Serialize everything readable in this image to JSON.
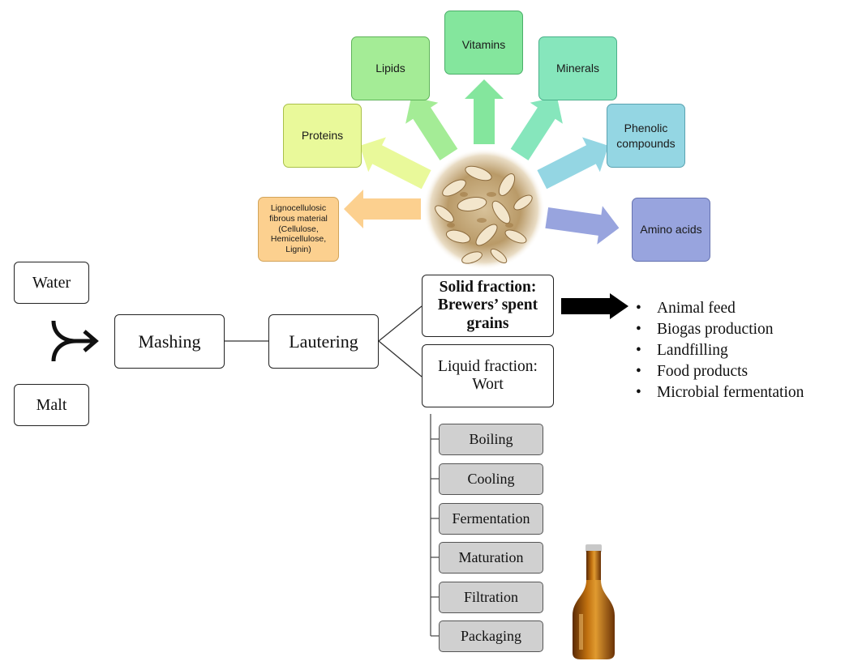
{
  "inputs": {
    "water": "Water",
    "malt": "Malt"
  },
  "process": {
    "mashing": "Mashing",
    "lautering": "Lautering"
  },
  "solid_fraction": {
    "line1": "Solid fraction:",
    "line2": "Brewers’ spent",
    "line3": "grains"
  },
  "liquid_fraction": {
    "line1": "Liquid fraction:",
    "line2": "Wort"
  },
  "components": [
    {
      "lines": [
        "Lignocellulosic",
        "fibrous material",
        "(Cellulose,",
        "Hemicellulose,",
        "Lignin)"
      ],
      "color": "#fcd08f"
    },
    {
      "lines": [
        "Proteins"
      ],
      "color": "#e9f99a"
    },
    {
      "lines": [
        "Lipids"
      ],
      "color": "#a4ec96"
    },
    {
      "lines": [
        "Vitamins"
      ],
      "color": "#84e69d"
    },
    {
      "lines": [
        "Minerals"
      ],
      "color": "#86e6bc"
    },
    {
      "lines": [
        "Phenolic",
        "compounds"
      ],
      "color": "#94d6e3"
    },
    {
      "lines": [
        "Amino acids"
      ],
      "color": "#98a4de"
    }
  ],
  "uses": [
    "Animal feed",
    "Biogas production",
    "Landfilling",
    "Food products",
    "Microbial fermentation"
  ],
  "wort_steps": [
    "Boiling",
    "Cooling",
    "Fermentation",
    "Maturation",
    "Filtration",
    "Packaging"
  ],
  "images": {
    "spent_grain": "spent-grains-photo",
    "beer_bottle": "beer-bottle-icon"
  }
}
